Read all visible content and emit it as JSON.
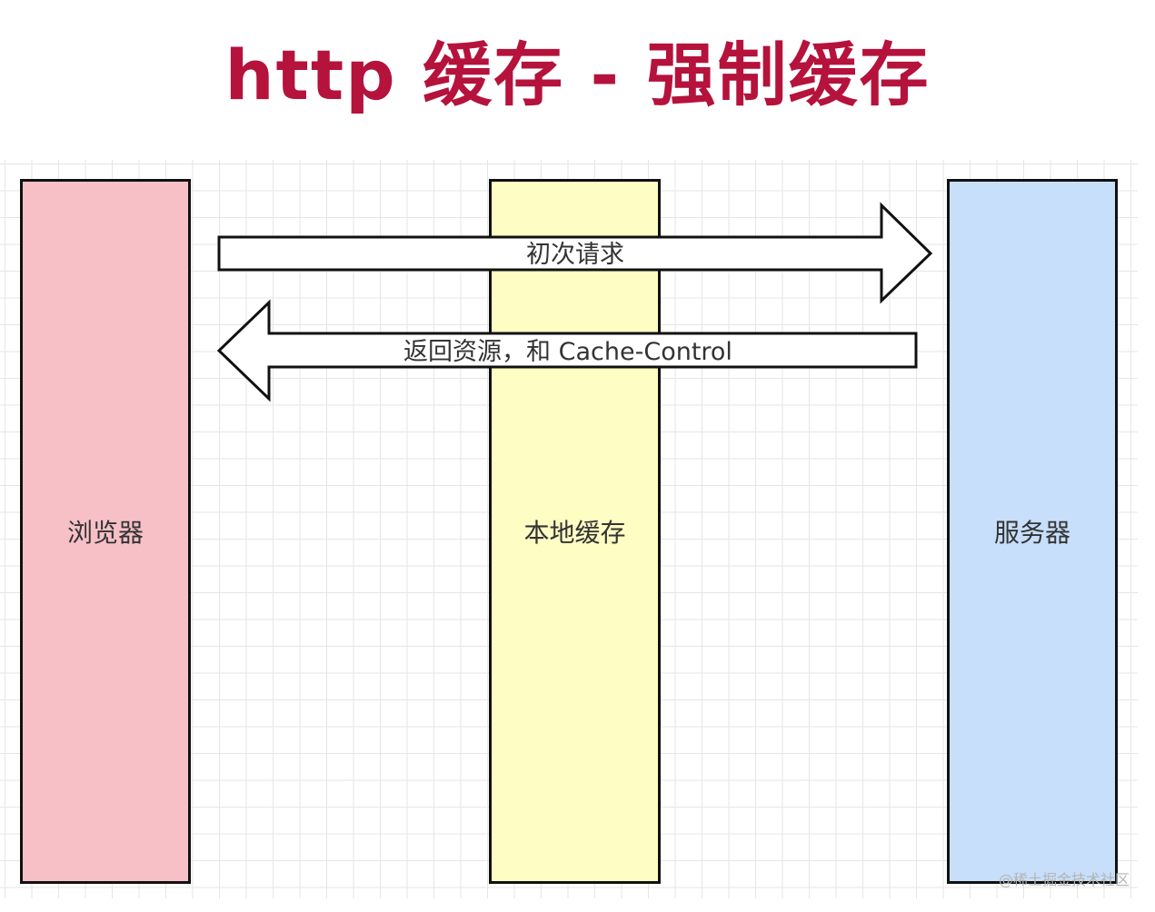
{
  "title": "http 缓存 - 强制缓存",
  "columns": {
    "browser": {
      "label": "浏览器",
      "color": "#f7c0c7"
    },
    "local_cache": {
      "label": "本地缓存",
      "color": "#fdfdc4"
    },
    "server": {
      "label": "服务器",
      "color": "#c7dffa"
    }
  },
  "arrows": {
    "request": {
      "label": "初次请求",
      "direction": "right"
    },
    "response": {
      "label": "返回资源，和 Cache-Control",
      "direction": "left"
    }
  },
  "watermark": "@稀土掘金技术社区",
  "colors": {
    "title": "#b5123c",
    "stroke": "#111111",
    "text": "#333333"
  }
}
